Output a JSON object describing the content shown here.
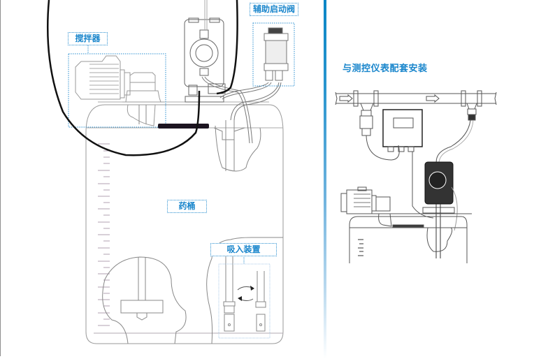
{
  "labels": {
    "auxiliary_valve": "辅助启动阀",
    "mixer": "搅拌器",
    "tank": "药桶",
    "suction_device": "吸入装置"
  },
  "right_panel": {
    "title": "与测控仪表配套安装"
  },
  "colors": {
    "accent": "#1a86cc",
    "line": "#6e6e6e",
    "cable": "#141014"
  }
}
